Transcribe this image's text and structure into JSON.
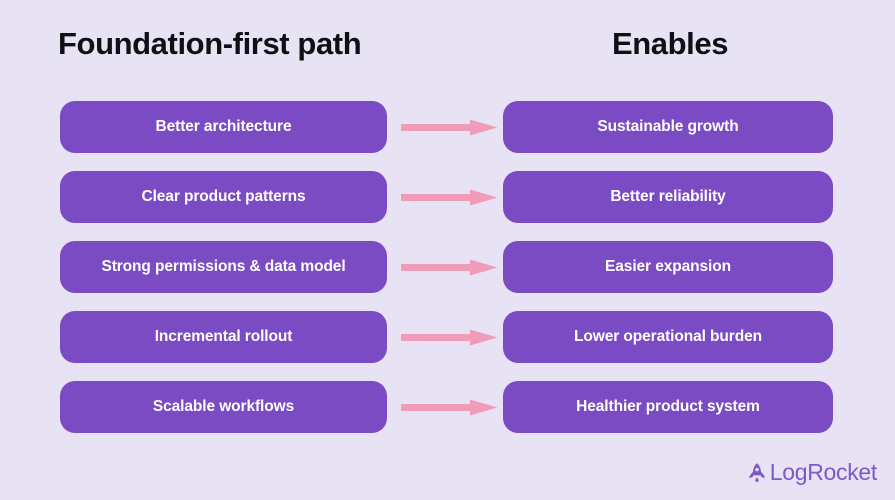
{
  "colors": {
    "background": "#E8E2F5",
    "pill": "#7B4BC4",
    "pill_text": "#FFFFFF",
    "arrow": "#F09CB8",
    "heading_text": "#100F14",
    "logo": "#7C5AC8"
  },
  "headings": {
    "left": "Foundation-first path",
    "right": "Enables"
  },
  "rows": [
    {
      "cause": "Better architecture",
      "connector": "arrow-right-icon",
      "effect": "Sustainable growth"
    },
    {
      "cause": "Clear product patterns",
      "connector": "arrow-right-icon",
      "effect": "Better reliability"
    },
    {
      "cause": "Strong permissions & data model",
      "connector": "arrow-right-icon",
      "effect": "Easier expansion"
    },
    {
      "cause": "Incremental rollout",
      "connector": "arrow-right-icon",
      "effect": "Lower operational burden"
    },
    {
      "cause": "Scalable workflows",
      "connector": "arrow-right-icon",
      "effect": "Healthier product system"
    }
  ],
  "watermark": {
    "icon": "rocket-icon",
    "text": "LogRocket"
  }
}
